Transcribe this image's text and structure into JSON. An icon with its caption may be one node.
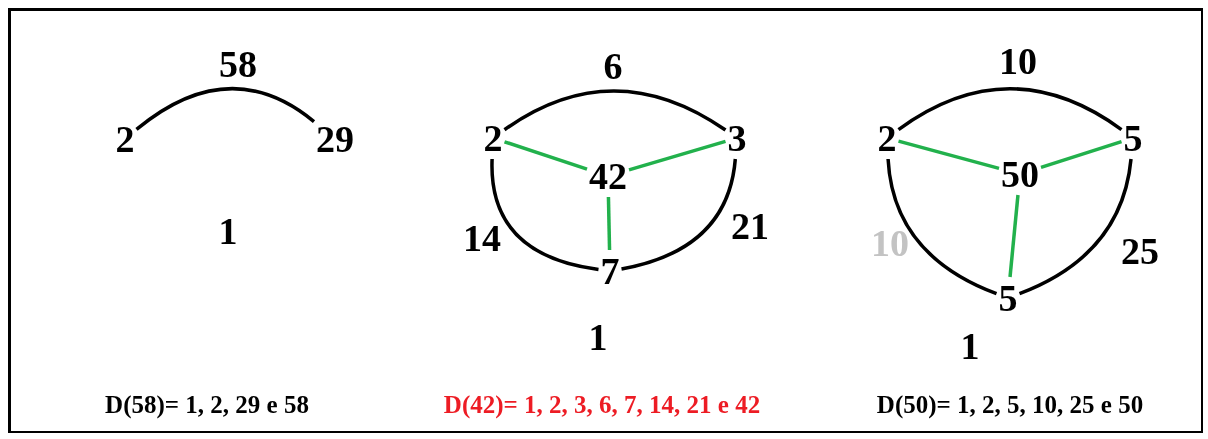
{
  "diagram": {
    "nodes": [
      {
        "text": [
          "58"
        ]
      },
      {
        "text": [
          "2"
        ]
      },
      {
        "text": [
          "29"
        ]
      },
      {
        "text": [
          "1"
        ]
      },
      {
        "text": [
          "6"
        ]
      },
      {
        "text": [
          "2"
        ]
      },
      {
        "text": [
          "3"
        ]
      },
      {
        "text": [
          "42"
        ]
      },
      {
        "text": [
          "14"
        ]
      },
      {
        "text": [
          "21"
        ]
      },
      {
        "text": [
          "7"
        ]
      },
      {
        "text": [
          "1"
        ]
      },
      {
        "text": [
          "10"
        ]
      },
      {
        "text": [
          "2"
        ]
      },
      {
        "text": [
          "5"
        ]
      },
      {
        "text": [
          "50"
        ]
      },
      {
        "text": [
          "10"
        ]
      },
      {
        "text": [
          "25"
        ]
      },
      {
        "text": [
          "5"
        ]
      },
      {
        "text": [
          "1"
        ]
      }
    ],
    "edges": [
      {
        "from": 1,
        "to": 2,
        "arrow": "none"
      },
      {
        "from": 5,
        "to": 6,
        "arrow": "none"
      },
      {
        "from": 5,
        "to": 10,
        "arrow": "none"
      },
      {
        "from": 6,
        "to": 10,
        "arrow": "none"
      },
      {
        "from": 7,
        "to": 5,
        "arrow": "none",
        "color": "#22b14c"
      },
      {
        "from": 7,
        "to": 6,
        "arrow": "none",
        "color": "#22b14c"
      },
      {
        "from": 7,
        "to": 10,
        "arrow": "none",
        "color": "#22b14c"
      },
      {
        "from": 13,
        "to": 14,
        "arrow": "none"
      },
      {
        "from": 13,
        "to": 18,
        "arrow": "none"
      },
      {
        "from": 14,
        "to": 18,
        "arrow": "none"
      },
      {
        "from": 15,
        "to": 13,
        "arrow": "none",
        "color": "#22b14c"
      },
      {
        "from": 15,
        "to": 14,
        "arrow": "none",
        "color": "#22b14c"
      },
      {
        "from": 15,
        "to": 18,
        "arrow": "none",
        "color": "#22b14c"
      }
    ],
    "labels": [
      "D(58)= 1, 2, 29 e 58",
      "D(42)= 1, 2, 3, 6, 7, 14, 21 e 42",
      "D(50)= 1, 2, 5, 10, 25 e 50"
    ]
  }
}
